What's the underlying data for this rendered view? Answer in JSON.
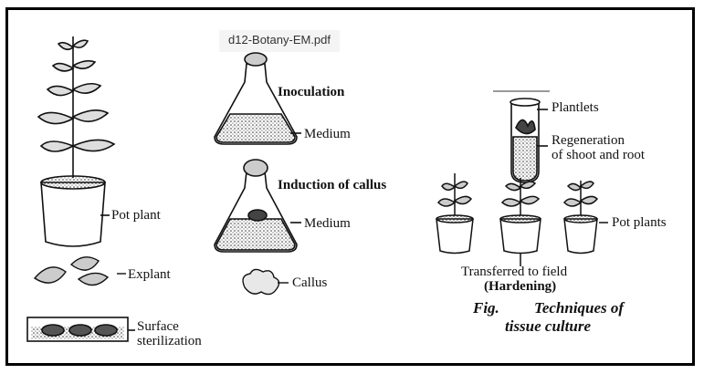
{
  "pdf_tab": {
    "filename": "d12-Botany-EM.pdf"
  },
  "labels": {
    "pot_plant": "Pot plant",
    "explant": "Explant",
    "surface_sterilization_1": "Surface",
    "surface_sterilization_2": "sterilization",
    "inoculation": "Inoculation",
    "medium_1": "Medium",
    "induction_of_callus": "Induction of callus",
    "medium_2": "Medium",
    "callus": "Callus",
    "plantlets": "Plantlets",
    "regeneration_1": "Regeneration",
    "regeneration_2": "of shoot and root",
    "pot_plants": "Pot plants",
    "transferred": "Transferred to field",
    "hardening": "(Hardening)"
  },
  "caption": {
    "fig": "Fig.",
    "line1": "Techniques of",
    "line2": "tissue culture"
  }
}
